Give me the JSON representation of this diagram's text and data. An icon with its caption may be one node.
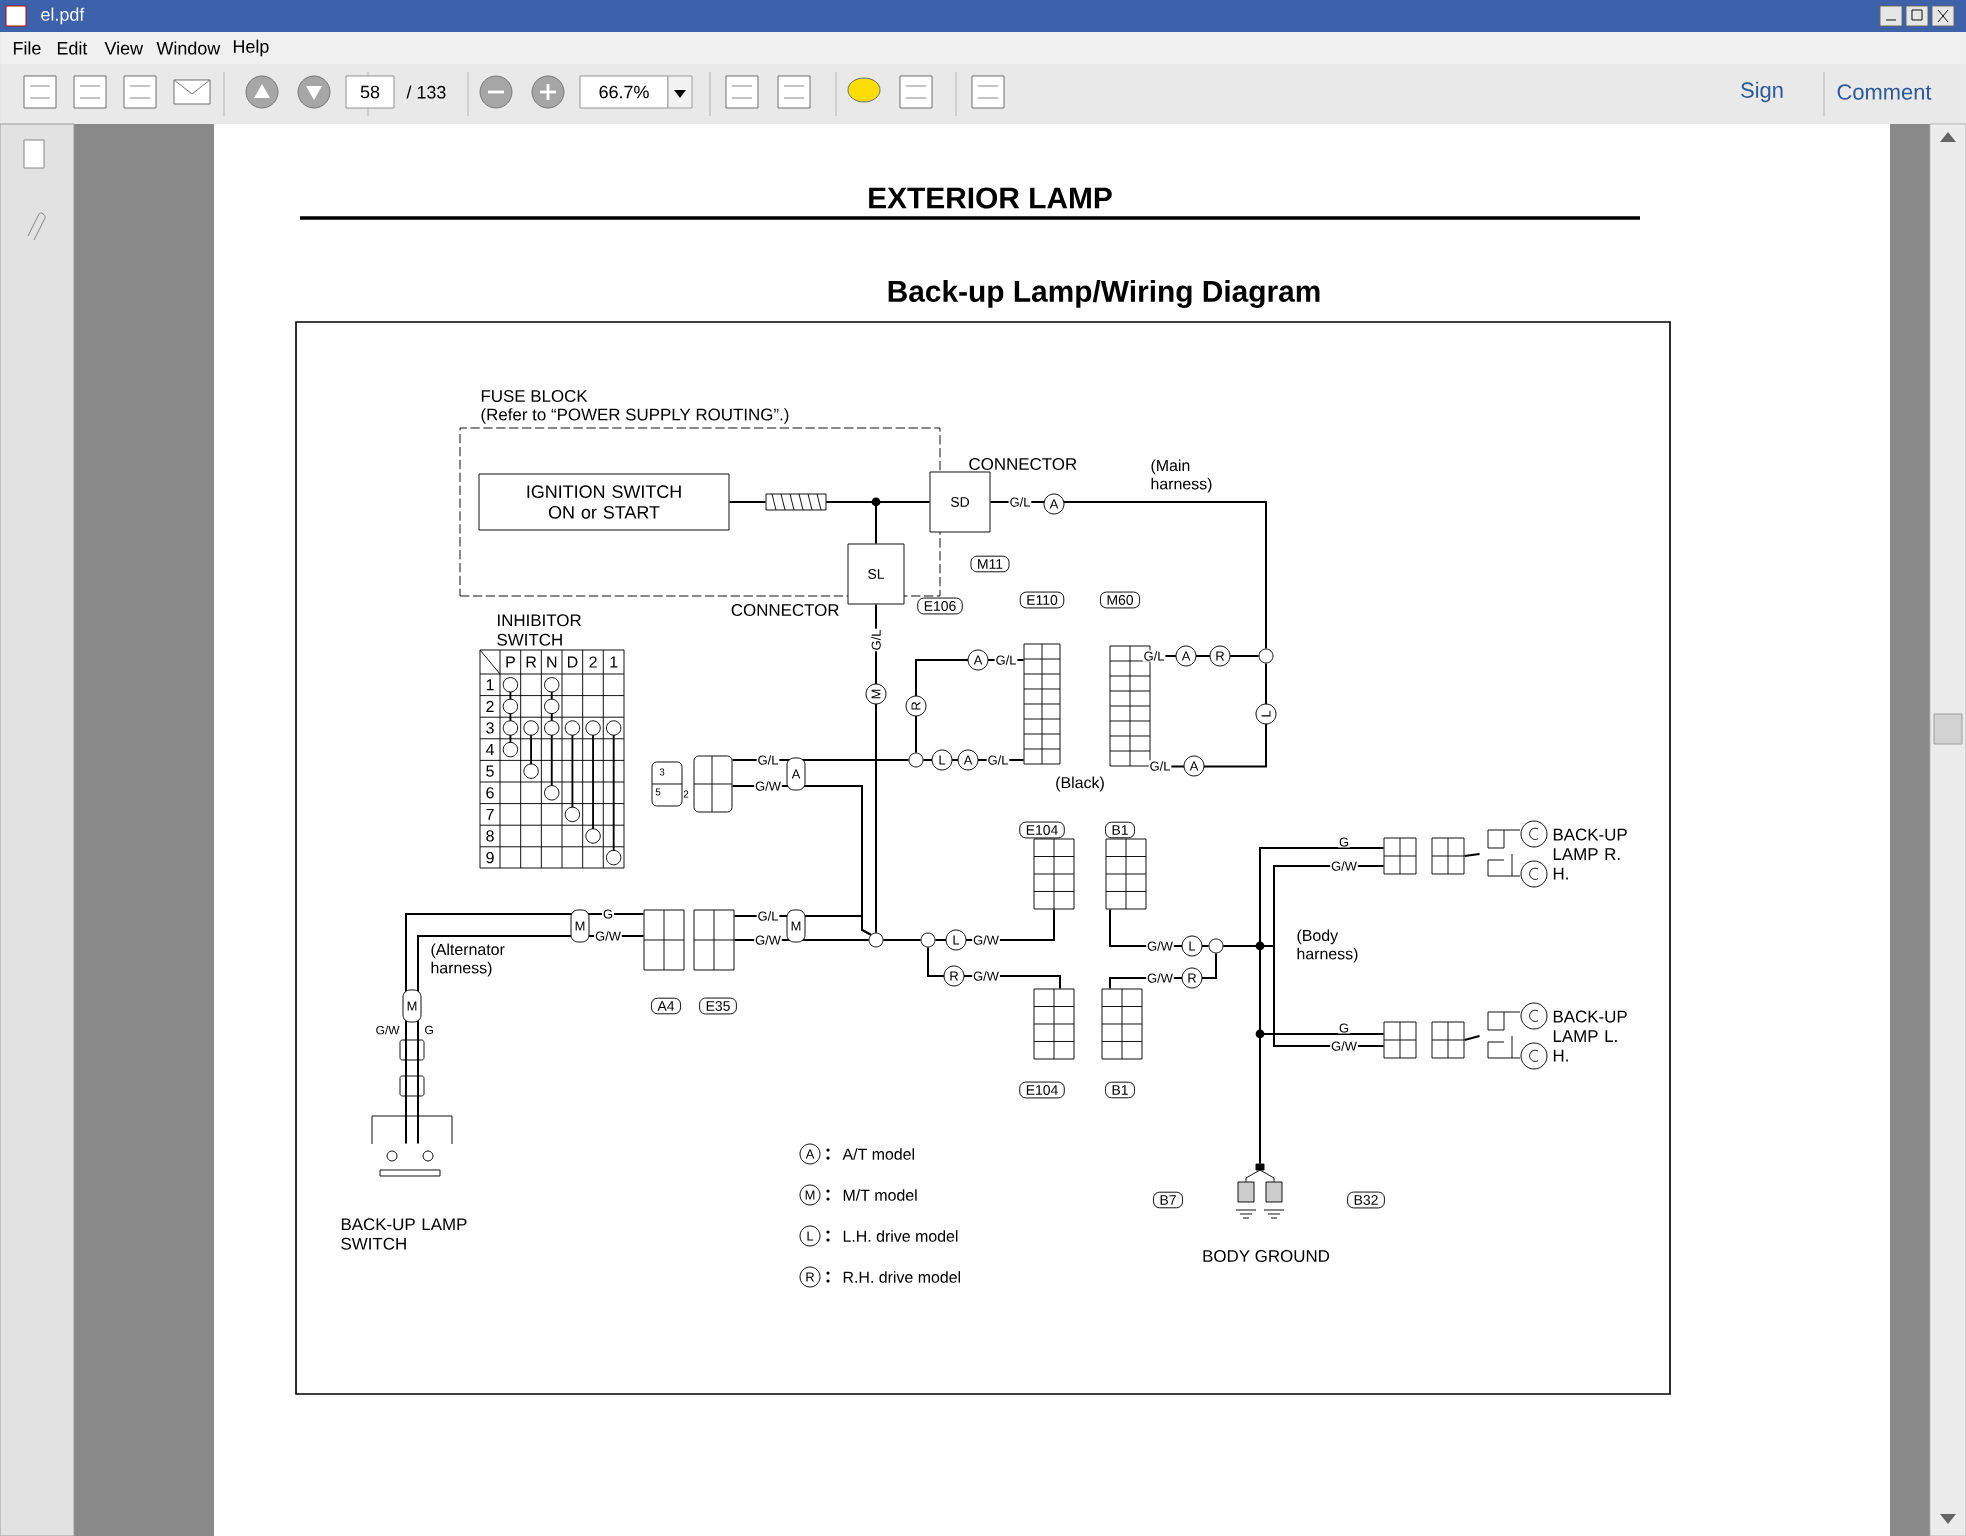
{
  "diagram": {
    "title": "EXTERIOR LAMP",
    "nodes": [
      {
        "text": [
          "FUSE BLOCK",
          "(Refer to “POWER SUPPLY ROUTING”.)"
        ]
      },
      {
        "text": [
          "IGNITION SWITCH ON or START"
        ],
        "in": 0
      },
      {
        "text": [],
        "shape": "box",
        "in": 0
      },
      {
        "text": [
          "CONNECTOR",
          "SD"
        ],
        "beside": [
          "M11"
        ]
      },
      {
        "text": [
          "CONNECTOR",
          "SL"
        ],
        "beside": [
          "E106"
        ]
      },
      {
        "text": [
          "INHIBITOR SWITCH"
        ]
      },
      {
        "text": [],
        "shape": "box"
      },
      {
        "text": [],
        "shape": "circle"
      },
      {
        "text": [],
        "shape": "box",
        "beside": [
          "E110"
        ]
      },
      {
        "text": [],
        "shape": "box",
        "beside": [
          "M60"
        ]
      },
      {
        "text": [],
        "shape": "circle"
      },
      {
        "text": [],
        "shape": "box",
        "beside": [
          "A4"
        ]
      },
      {
        "text": [],
        "shape": "box",
        "beside": [
          "E35"
        ]
      },
      {
        "text": [
          "BACK-UP LAMP SWITCH"
        ]
      },
      {
        "text": [],
        "shape": "circle"
      },
      {
        "text": [],
        "shape": "circle"
      },
      {
        "text": [],
        "shape": "box",
        "beside": [
          "E104"
        ]
      },
      {
        "text": [],
        "shape": "box",
        "beside": [
          "B1"
        ]
      },
      {
        "text": [],
        "shape": "box",
        "beside": [
          "E104"
        ]
      },
      {
        "text": [],
        "shape": "box",
        "beside": [
          "B1"
        ]
      },
      {
        "text": [],
        "shape": "circle"
      },
      {
        "text": [
          "BACK-UP LAMP R. H."
        ]
      },
      {
        "text": [
          "BACK-UP LAMP L. H."
        ]
      },
      {
        "text": [
          "BODY GROUND"
        ],
        "beside": [
          "B7",
          "B32"
        ]
      },
      {
        "text": [],
        "shape": "box"
      },
      {
        "text": [],
        "shape": "box"
      }
    ],
    "edges": [
      {
        "from": 1,
        "to": 2,
        "arrow": "none"
      },
      {
        "from": 2,
        "to": 3,
        "arrow": "none"
      },
      {
        "from": 2,
        "to": 4,
        "arrow": "none"
      },
      {
        "from": 3,
        "to": 10,
        "arrow": "none",
        "label": "G/L"
      },
      {
        "from": 10,
        "to": 9,
        "arrow": "none",
        "label": "G/L"
      },
      {
        "from": 10,
        "to": 9,
        "arrow": "none",
        "label": "G/L"
      },
      {
        "from": 8,
        "to": 7,
        "arrow": "none",
        "label": "G/L"
      },
      {
        "from": 7,
        "to": 8,
        "arrow": "none",
        "label": "G/L"
      },
      {
        "from": 6,
        "to": 7,
        "arrow": "none",
        "label": "G/L"
      },
      {
        "from": 6,
        "to": 14,
        "arrow": "none",
        "label": "G/W"
      },
      {
        "from": 4,
        "to": 14,
        "arrow": "none",
        "label": "G/L"
      },
      {
        "from": 12,
        "to": 14,
        "arrow": "none",
        "label": "G/L"
      },
      {
        "from": 12,
        "to": 14,
        "arrow": "none",
        "label": "G/W"
      },
      {
        "from": 13,
        "to": 11,
        "arrow": "none",
        "label": "G"
      },
      {
        "from": 13,
        "to": 11,
        "arrow": "none",
        "label": "G/W"
      },
      {
        "from": 14,
        "to": 15,
        "arrow": "none"
      },
      {
        "from": 15,
        "to": 16,
        "arrow": "none",
        "label": "G/W"
      },
      {
        "from": 15,
        "to": 18,
        "arrow": "none",
        "label": "G/W"
      },
      {
        "from": 17,
        "to": 20,
        "arrow": "none",
        "label": "G/W"
      },
      {
        "from": 19,
        "to": 20,
        "arrow": "none",
        "label": "G/W"
      },
      {
        "from": 23,
        "to": 24,
        "arrow": "none",
        "label": "G"
      },
      {
        "from": 23,
        "to": 25,
        "arrow": "none",
        "label": "G"
      },
      {
        "from": 20,
        "to": 24,
        "arrow": "none",
        "label": "G/W"
      },
      {
        "from": 20,
        "to": 25,
        "arrow": "none",
        "label": "G/W"
      },
      {
        "from": 24,
        "to": 21,
        "arrow": "none"
      },
      {
        "from": 25,
        "to": 22,
        "arrow": "none"
      }
    ],
    "labels": [
      "el.pdf",
      "File",
      "Edit",
      "View",
      "Window",
      "Help",
      "58",
      "/ 133",
      "66.7%",
      "Sign",
      "Comment",
      "Back-up Lamp/Wiring Diagram",
      "P",
      "R",
      "N",
      "D",
      "2",
      "1",
      "1",
      "2",
      "3",
      "4",
      "5",
      "6",
      "7",
      "8",
      "9",
      "(Main harness)",
      "A",
      "M",
      "A",
      "A",
      "R",
      "R",
      "L",
      "3",
      "5",
      "2",
      "A",
      "L",
      "A",
      "A",
      "(Black)",
      "(Alternator harness)",
      "M",
      "M",
      "L",
      "L",
      "(Body harness)",
      "R",
      "R",
      "M",
      "G/W",
      "G",
      "A",
      "M",
      "L",
      "R"
    ],
    "legend": [
      {
        "text": "A/T model"
      },
      {
        "text": "M/T model"
      },
      {
        "text": "L.H. drive model"
      },
      {
        "text": "R.H. drive model"
      }
    ]
  }
}
